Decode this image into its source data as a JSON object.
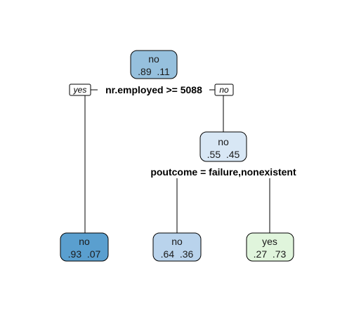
{
  "tree": {
    "nodes": [
      {
        "id": "root",
        "class": "no",
        "probs": ".89  .11",
        "fill": "#96c0dd"
      },
      {
        "id": "n2",
        "class": "no",
        "probs": ".93  .07",
        "fill": "#5a9fcf"
      },
      {
        "id": "n3",
        "class": "no",
        "probs": ".55  .45",
        "fill": "#d8e7f5"
      },
      {
        "id": "n6",
        "class": "no",
        "probs": ".64  .36",
        "fill": "#b9d3ec"
      },
      {
        "id": "n7",
        "class": "yes",
        "probs": ".27  .73",
        "fill": "#e0f5dc"
      }
    ],
    "splits": {
      "root": "nr.employed >= 5088",
      "n3": "poutcome = failure,nonexistent"
    },
    "branch_tags": {
      "yes": "yes",
      "no": "no"
    }
  }
}
